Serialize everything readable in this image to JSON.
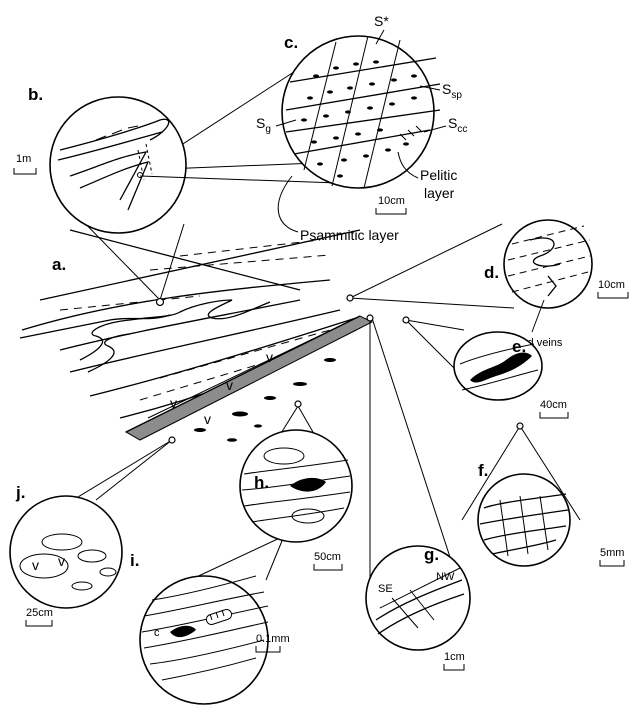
{
  "panels": {
    "a": "a.",
    "b": "b.",
    "c": "c.",
    "d": "d.",
    "e": "e.",
    "f": "f.",
    "g": "g.",
    "h": "h.",
    "i": "i.",
    "j": "j."
  },
  "labels": {
    "s_star": "S*",
    "s_sp": "S",
    "s_sp_sub": "sp",
    "s_g": "S",
    "s_g_sub": "g",
    "s_cc": "S",
    "s_cc_sub": "cc",
    "pelitic_1": "Pelitic",
    "pelitic_2": "layer",
    "psammitic": "Psammitic layer",
    "folded_veins": "Folded veins",
    "se": "SE",
    "nw": "NW",
    "v": "v"
  },
  "scales": {
    "b": "1m",
    "c": "10cm",
    "d": "10cm",
    "e": "40cm",
    "f": "5mm",
    "g": "1cm",
    "h": "50cm",
    "i": "0.1mm",
    "j": "25cm"
  }
}
